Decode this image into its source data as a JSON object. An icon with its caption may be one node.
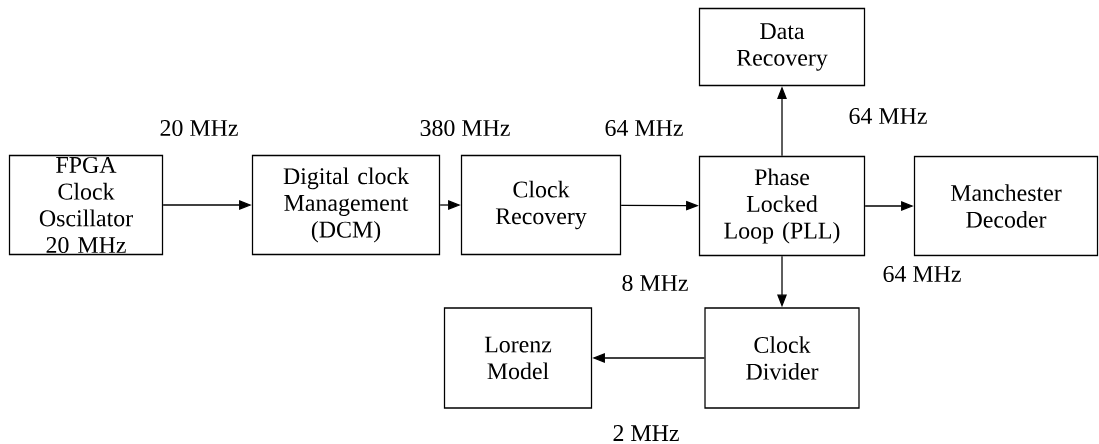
{
  "diagram": {
    "nodes": [
      {
        "text": [
          "FPGA Clock Oscillator 20 MHz"
        ]
      },
      {
        "text": [
          "Digital clock Management (DCM)"
        ]
      },
      {
        "text": [
          "Clock Recovery"
        ]
      },
      {
        "text": [
          "Data Recovery"
        ]
      },
      {
        "text": [
          "Phase Locked Loop (PLL)"
        ]
      },
      {
        "text": [
          "Manchester Decoder"
        ]
      },
      {
        "text": [
          "Lorenz Model"
        ]
      },
      {
        "text": [
          "Clock Divider"
        ]
      }
    ],
    "edges": [
      {
        "from": 0,
        "to": 1,
        "arrow": "to",
        "label": "20 MHz"
      },
      {
        "from": 1,
        "to": 2,
        "arrow": "to",
        "label": "380 MHz"
      },
      {
        "from": 2,
        "to": 4,
        "arrow": "to",
        "label": "64 MHz"
      },
      {
        "from": 4,
        "to": 3,
        "arrow": "to",
        "label": "64 MHz"
      },
      {
        "from": 4,
        "to": 5,
        "arrow": "to",
        "label": "64 MHz"
      },
      {
        "from": 4,
        "to": 7,
        "arrow": "to",
        "label": "8 MHz"
      },
      {
        "from": 7,
        "to": 6,
        "arrow": "to",
        "label": "2 MHz"
      }
    ]
  }
}
